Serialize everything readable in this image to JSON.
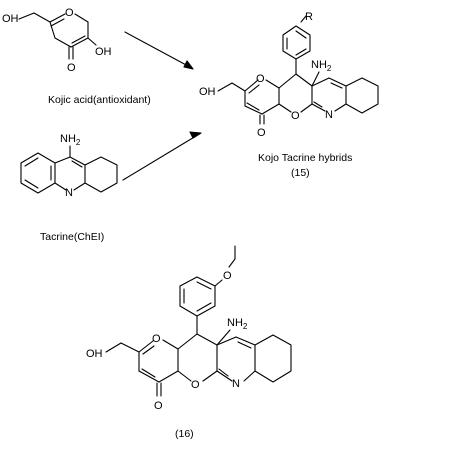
{
  "atoms": {
    "oh": "OH",
    "o": "O",
    "n": "N",
    "nh2": "NH",
    "nh2_sub": "2",
    "r": "R"
  },
  "captions": {
    "kojic_acid": "Kojic acid(antioxidant)",
    "tacrine": "Tacrine(ChEI)",
    "hybrids_title": "Kojo Tacrine hybrids",
    "hybrids_number": "(15)",
    "compound_16": "(16)"
  }
}
